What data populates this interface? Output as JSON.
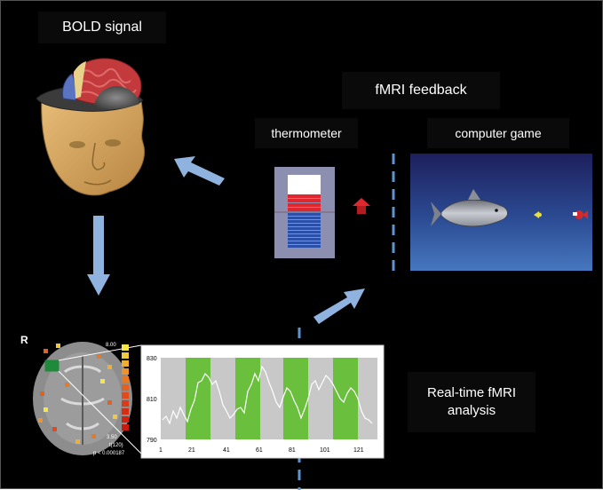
{
  "labels": {
    "bold_signal": "BOLD signal",
    "fmri_feedback": "fMRI feedback",
    "thermometer": "thermometer",
    "computer_game": "computer game",
    "analysis_line1": "Real-time fMRI",
    "analysis_line2": "analysis"
  },
  "brain_map": {
    "orientation": "R",
    "colorbar_max": "8.00",
    "colorbar_min": "3.50",
    "t_label": "t(120)",
    "p_label": "p < 0.000187"
  },
  "timecourse": {
    "y_ticks": [
      "830",
      "810",
      "790"
    ],
    "x_ticks": [
      "1",
      "21",
      "41",
      "61",
      "81",
      "101",
      "121"
    ]
  },
  "colors": {
    "background": "#000000",
    "arrow": "#8fb3de",
    "dashed_line": "#5d95d0",
    "block_green": "#6abf3c",
    "block_gray": "#c8c8c8",
    "thermo_red": "#e0262e",
    "thermo_blue": "#2a4fa8",
    "thermo_white": "#ffffff",
    "game_bg_top": "#1d1f5c",
    "game_bg_bottom": "#3f6db5"
  }
}
